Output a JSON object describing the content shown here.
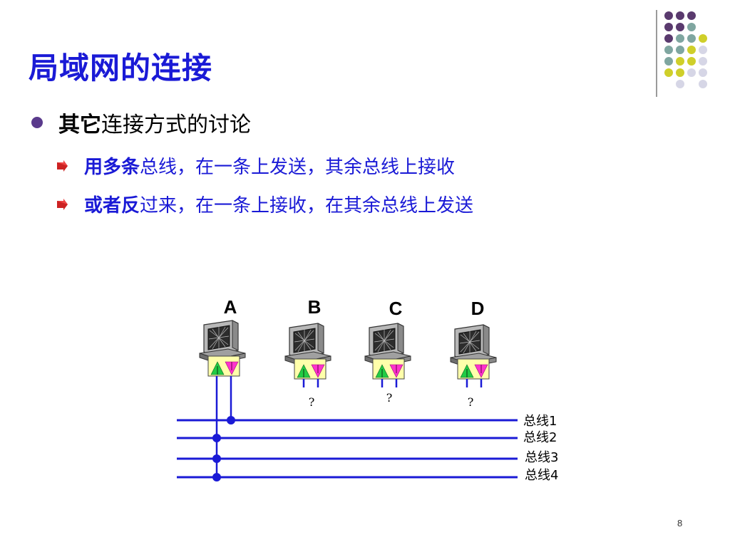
{
  "slide": {
    "title": "局域网的连接",
    "bullet": {
      "bold": "其它",
      "rest": "连接方式的讨论"
    },
    "sub_bullets": [
      {
        "bold": "用多条",
        "rest": "总线，在一条上发送，其余总线上接收"
      },
      {
        "bold": "或者反",
        "rest": "过来，在一条上接收，在其余总线上发送"
      }
    ],
    "page_number": "8"
  },
  "diagram": {
    "stations": [
      "A",
      "B",
      "C",
      "D"
    ],
    "unknown_marks": [
      "?",
      "?",
      "?"
    ],
    "buses": [
      "总线1",
      "总线2",
      "总线3",
      "总线4"
    ]
  },
  "colors": {
    "title": "#1a1ad6",
    "bus_line": "#1a1ad6",
    "bullet": "#5a3a8c",
    "up_arrow": "#22cc44",
    "down_arrow": "#ff33cc",
    "nic_box": "#ffffaa",
    "deco_purple": "#5a3a6e",
    "deco_teal": "#7fa6a0",
    "deco_yellow": "#cfcf2a",
    "deco_lavender": "#d6d6e6"
  },
  "icons": {
    "bullet": "circle-bullet-icon",
    "sub_bullet": "arrow-bullet-icon",
    "station": "computer-icon"
  }
}
